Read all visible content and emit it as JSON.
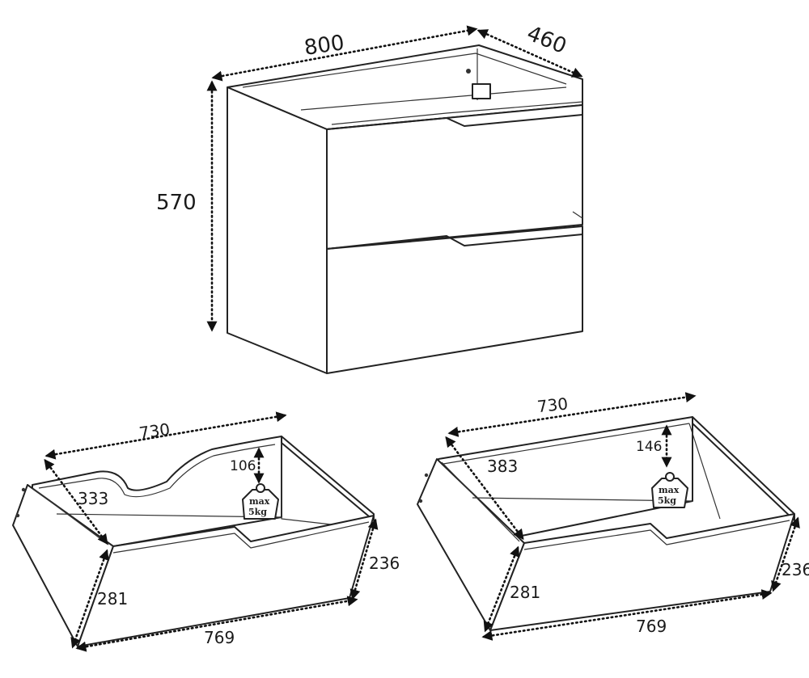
{
  "cabinet": {
    "width": "800",
    "depth": "460",
    "height": "570"
  },
  "drawer_top": {
    "length": "730",
    "side_depth": "333",
    "cutout_depth": "106",
    "front_height": "236",
    "side_height": "281",
    "front_width": "769",
    "weight_label_line1": "max",
    "weight_label_line2": "5kg"
  },
  "drawer_bottom": {
    "length": "730",
    "side_depth": "383",
    "inner_height": "146",
    "front_height": "236",
    "side_height": "281",
    "front_width": "769",
    "weight_label_line1": "max",
    "weight_label_line2": "5kg"
  }
}
